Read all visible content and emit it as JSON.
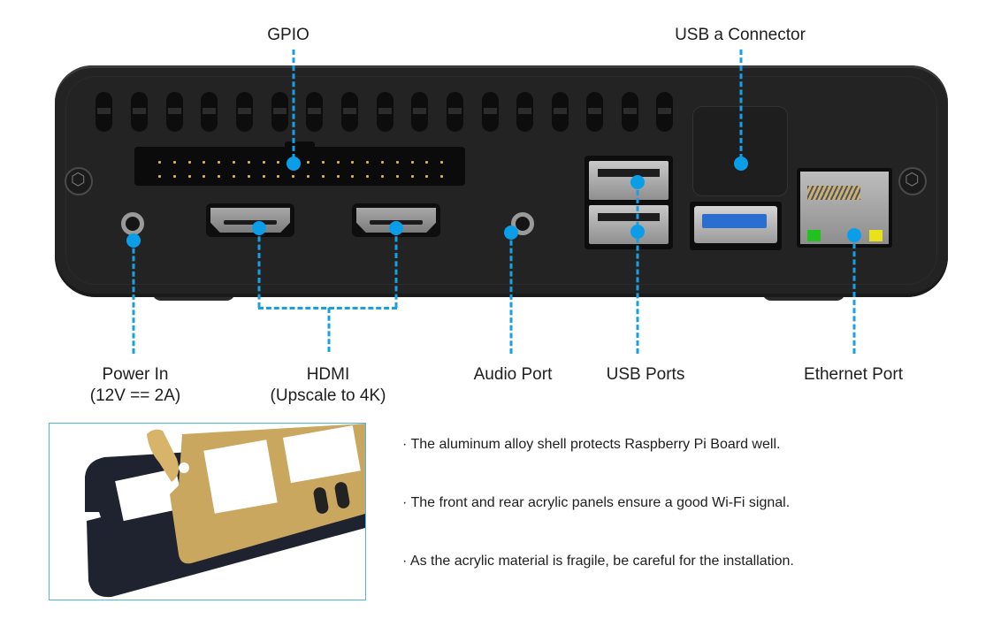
{
  "callouts": {
    "gpio": "GPIO",
    "usb_a_connector": "USB a Connector",
    "power_in": {
      "line1": "Power In",
      "line2": "(12V == 2A)"
    },
    "hdmi": {
      "line1": "HDMI",
      "line2": "(Upscale to 4K)"
    },
    "audio_port": "Audio Port",
    "usb_ports": "USB Ports",
    "ethernet_port": "Ethernet Port"
  },
  "features": [
    "· The aluminum alloy shell protects Raspberry Pi Board well.",
    "· The front and rear acrylic panels ensure a good Wi-Fi signal.",
    "· As the acrylic material is fragile, be careful for the installation."
  ],
  "colors": {
    "callout_blue": "#0b9ee8",
    "case_body": "#232323",
    "usb3_blue": "#2a6fd0",
    "led_green": "#21c21f",
    "led_yellow": "#e8e21a",
    "photo_border": "#4db6e3"
  }
}
